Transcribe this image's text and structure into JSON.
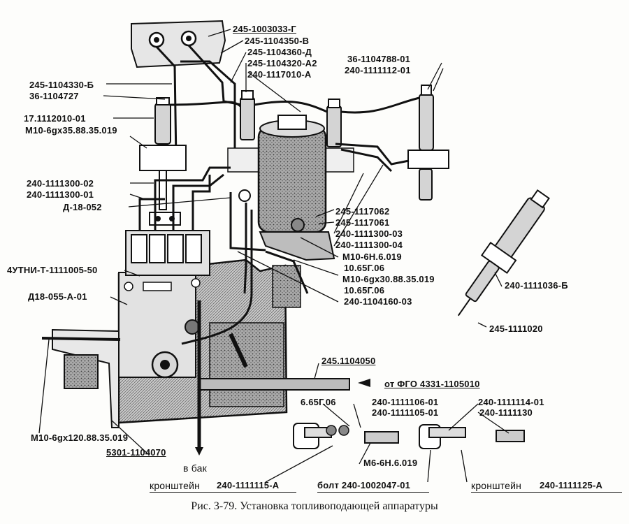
{
  "caption": "Рис. 3-79. Установка топливоподающей аппаратуры",
  "labels": {
    "l1": "245-1003033-Г",
    "l2": "245-1104350-В",
    "l3": "245-1104360-Д",
    "l4": "245-1104320-А2",
    "l5": "240-1117010-А",
    "l6": "36-1104788-01",
    "l7": "240-1111112-01",
    "l8": "245-1104330-Б",
    "l9": "36-1104727",
    "l10": "17.1112010-01",
    "l11": "М10-6gх35.88.35.019",
    "l12": "240-1111300-02",
    "l13": "240-1111300-01",
    "l14": "Д-18-052",
    "l15": "245-1117062",
    "l16": "245-1117061",
    "l17": "240-1111300-03",
    "l18": "240-1111300-04",
    "l19": "М10-6Н.6.019",
    "l20": "10.65Г.06",
    "l21": "М10-6gх30.88.35.019",
    "l22": "10.65Г.06",
    "l23": "4УТНИ-Т-1111005-50",
    "l24": "240-1104160-03",
    "l25": "Д18-055-А-01",
    "l26": "240-1111036-Б",
    "l27": "245-1111020",
    "l28": "245.1104050",
    "l29": "от ФГО 4331-1105010",
    "l30": "6.65Г.06",
    "l31": "240-1111106-01",
    "l32": "240-1111105-01",
    "l33": "240-1111114-01",
    "l34": "240-1111130",
    "l35": "М10-6gх120.88.35.019",
    "l36": "5301-1104070",
    "l37": "М6-6Н.6.019",
    "l38": "в бак",
    "l39": "кронштейн",
    "l40": "240-1111115-А",
    "l41": "болт 240-1002047-01",
    "l42": "кронштейн",
    "l43": "240-1111125-А"
  },
  "colors": {
    "ink": "#111111",
    "fill": "#cfcfcf",
    "paper": "#fdfdfb"
  }
}
